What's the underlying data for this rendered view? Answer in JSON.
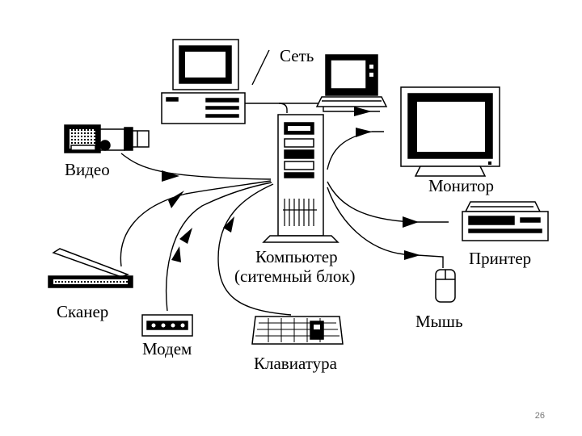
{
  "labels": {
    "network": "Сеть",
    "video": "Видео",
    "monitor": "Монитор",
    "computer_line1": "Компьютер",
    "computer_line2": "(ситемный блок)",
    "printer": "Принтер",
    "scanner": "Сканер",
    "modem": "Модем",
    "mouse": "Мышь",
    "keyboard": "Клавиатура"
  },
  "page_number": "26"
}
